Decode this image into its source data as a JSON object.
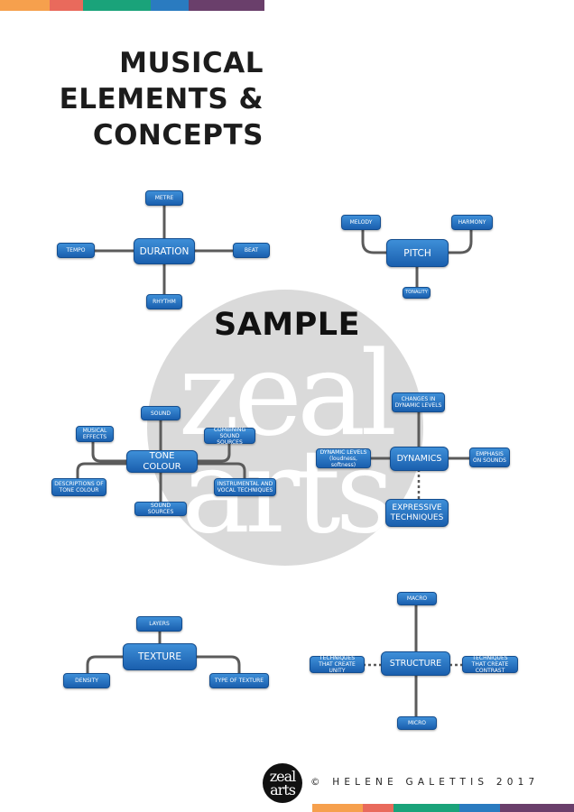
{
  "title": {
    "line1": "MUSICAL",
    "line2": "ELEMENTS &",
    "line3": "CONCEPTS"
  },
  "watermark": {
    "sample": "SAMPLE",
    "logo_line1": "zeal",
    "logo_line2": "arts"
  },
  "stripe_colors": [
    "#f6a04d",
    "#e96a5c",
    "#1aa37a",
    "#2a7bc0",
    "#6a3f6b"
  ],
  "node_color": "#2a75c6",
  "duration": {
    "center": "DURATION",
    "metre": "METRE",
    "tempo": "TEMPO",
    "beat": "BEAT",
    "rhythm": "RHYTHM"
  },
  "pitch": {
    "center": "PITCH",
    "melody": "MELODY",
    "harmony": "HARMONY",
    "tonality": "TONALITY"
  },
  "tone_colour": {
    "center": "TONE COLOUR",
    "sound": "SOUND",
    "musical_effects": "MUSICAL EFFECTS",
    "combining_sources": "COMBINING SOUND SOURCES",
    "descriptions": "DESCRIPTIONS OF TONE COLOUR",
    "instrumental": "INSTRUMENTAL AND VOCAL TECHNIQUES",
    "sound_sources": "SOUND SOURCES"
  },
  "dynamics": {
    "center": "DYNAMICS",
    "changes": "CHANGES IN DYNAMIC LEVELS",
    "levels": "DYNAMIC LEVELS (loudness, softness)",
    "emphasis": "EMPHASIS ON SOUNDS",
    "expressive": "EXPRESSIVE TECHNIQUES"
  },
  "texture": {
    "center": "TEXTURE",
    "layers": "LAYERS",
    "density": "DENSITY",
    "type": "TYPE OF TEXTURE"
  },
  "structure": {
    "center": "STRUCTURE",
    "macro": "MACRO",
    "micro": "MICRO",
    "unity": "TECHNIQUES THAT CREATE UNITY",
    "contrast": "TECHNIQUES THAT CREATE CONTRAST"
  },
  "footer": {
    "copyright": "© HELENE GALETTIS 2017",
    "logo_line1": "zeal",
    "logo_line2": "arts"
  }
}
